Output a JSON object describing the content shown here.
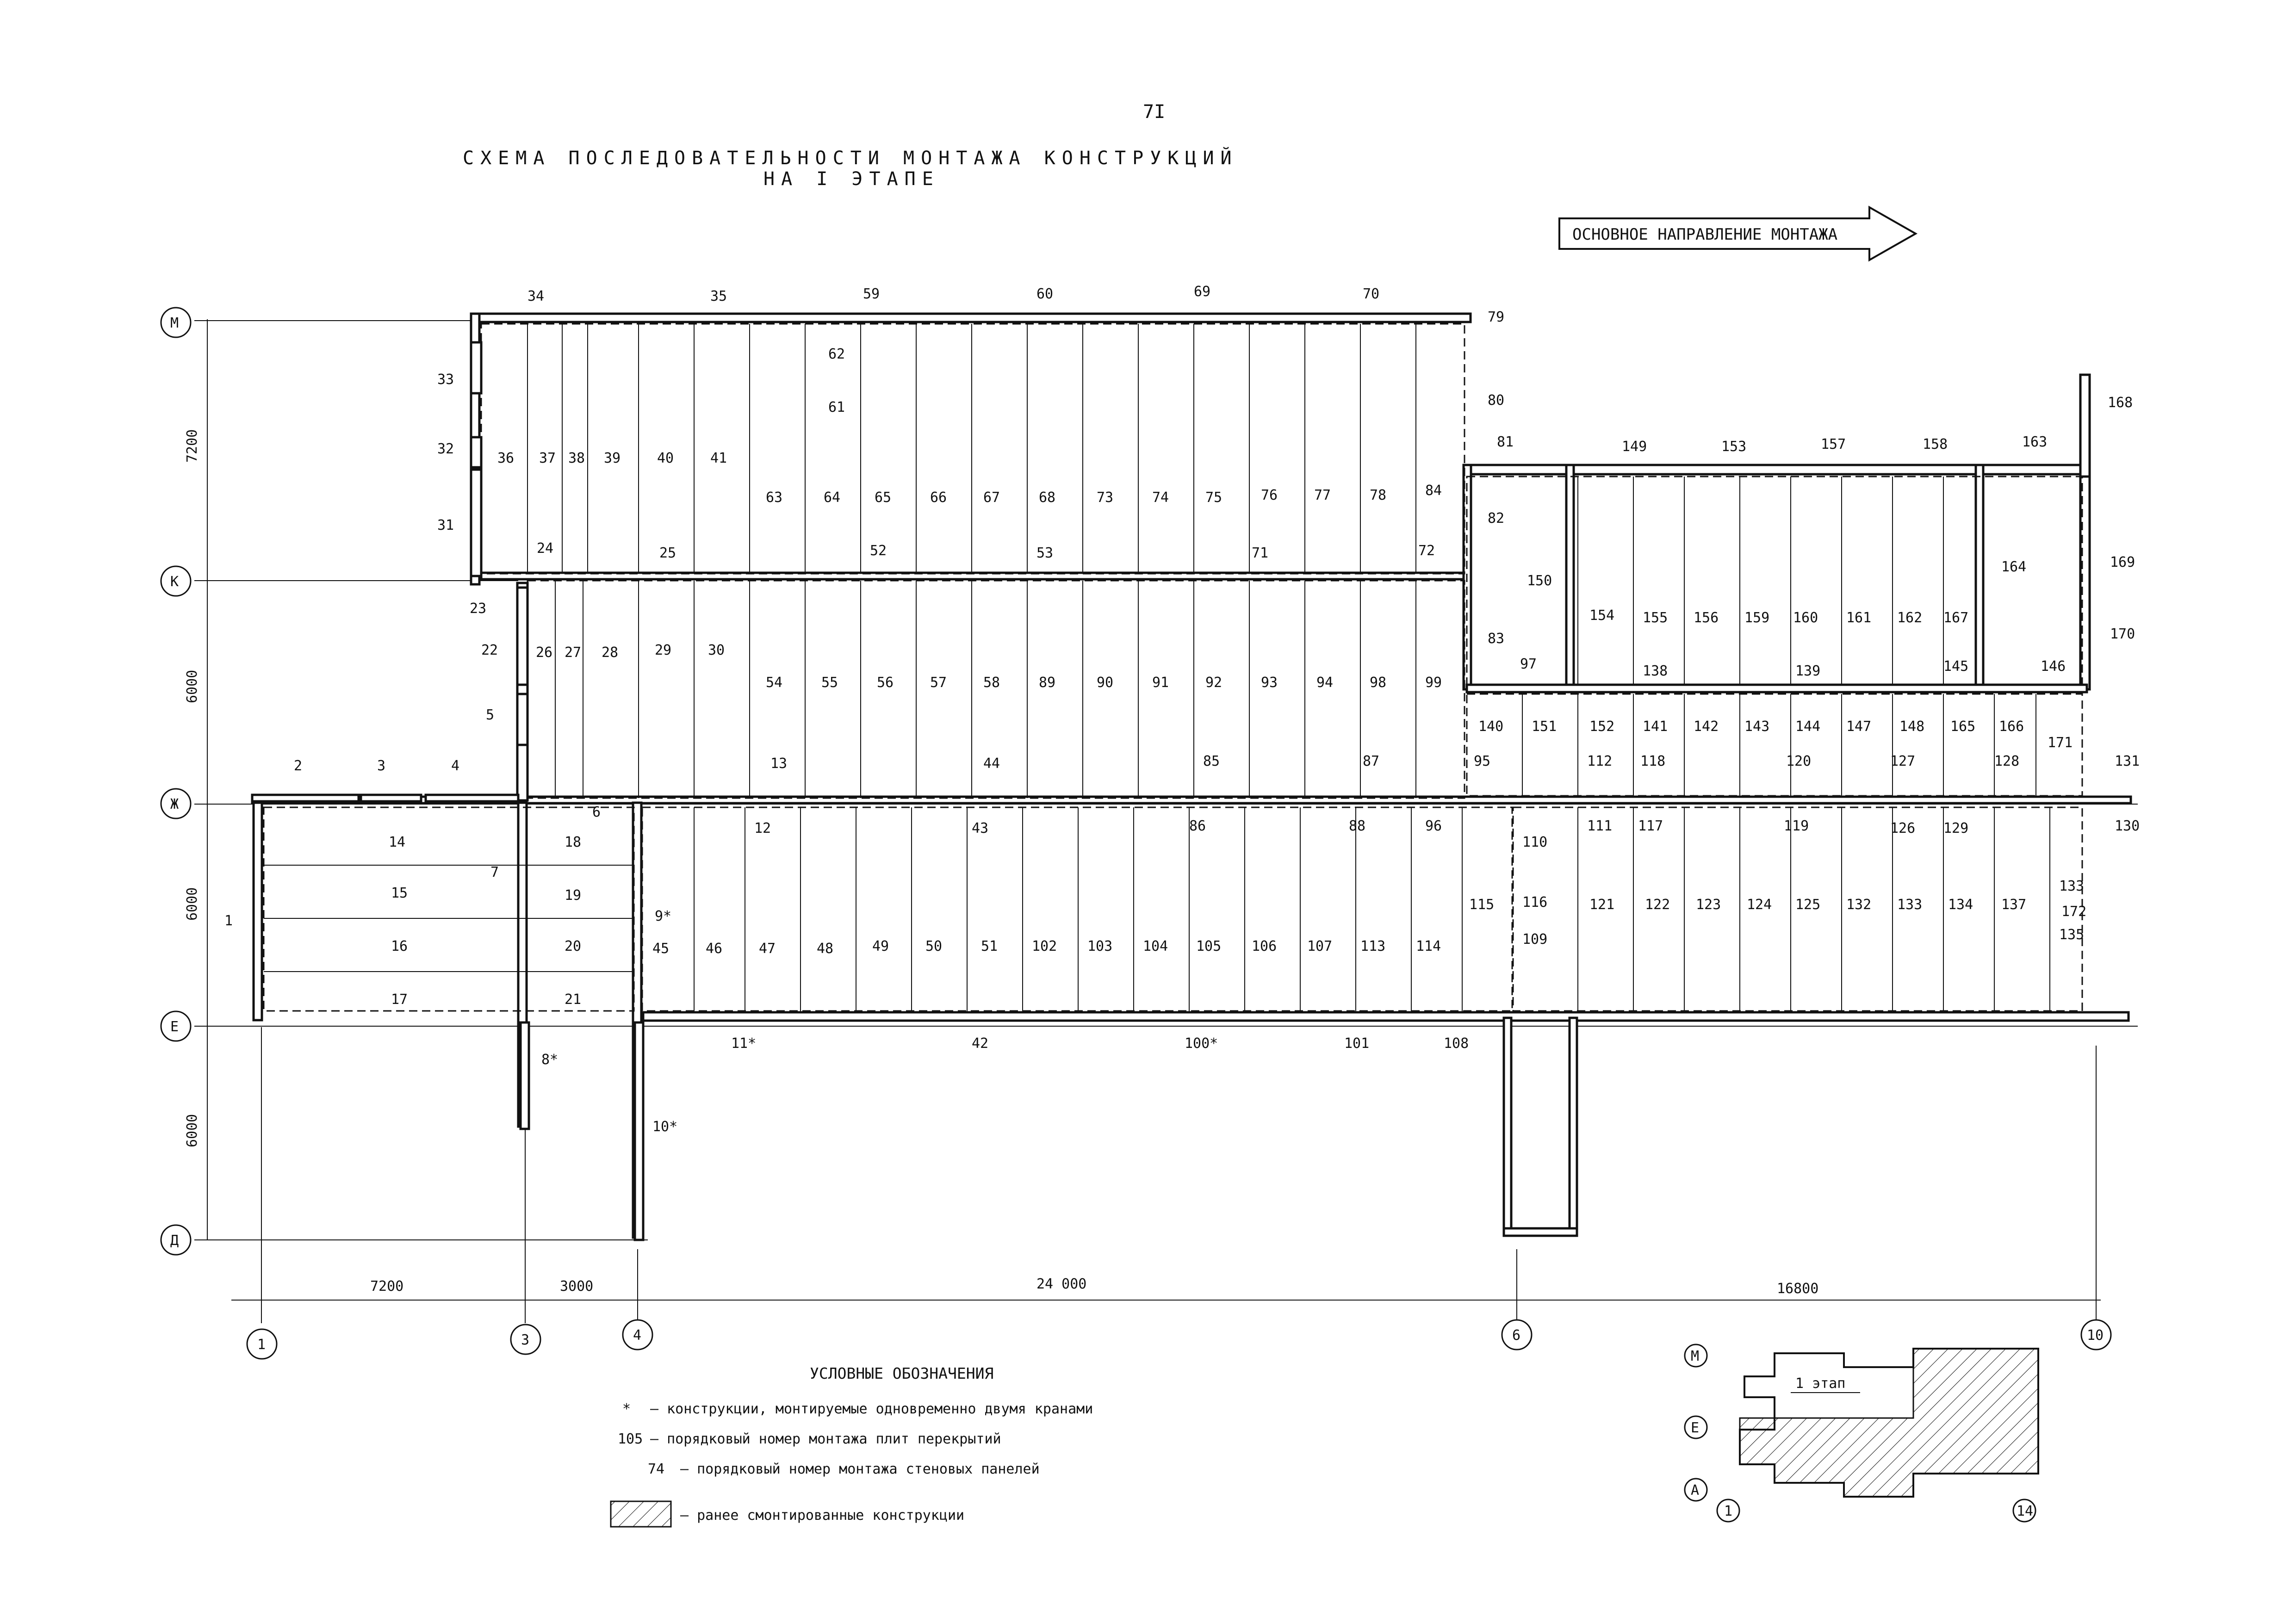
{
  "page_number": "7I",
  "title_line1": "СХЕМА ПОСЛЕДОВАТЕЛЬНОСТИ МОНТАЖА КОНСТРУКЦИЙ",
  "title_line2": "НА I ЭТАПЕ",
  "direction_label": "ОСНОВНОЕ НАПРАВЛЕНИЕ МОНТАЖА",
  "row_axes": [
    "М",
    "К",
    "Ж",
    "Е",
    "Д"
  ],
  "column_axes": [
    "1",
    "3",
    "4",
    "6",
    "10"
  ],
  "vertical_dimensions": [
    "7200",
    "6000",
    "6000",
    "6000"
  ],
  "horizontal_dimensions": [
    "7200",
    "3000",
    "24 000",
    "16800"
  ],
  "mount_numbers": {
    "row_mk": [
      "36",
      "37",
      "38",
      "39",
      "40",
      "41",
      "63",
      "64",
      "65",
      "66",
      "67",
      "68",
      "73",
      "74",
      "75",
      "76",
      "77",
      "78",
      "84"
    ],
    "row_kzh": [
      "26",
      "27",
      "28",
      "29",
      "30",
      "54",
      "55",
      "56",
      "57",
      "58",
      "89",
      "90",
      "91",
      "92",
      "93",
      "94",
      "98",
      "99"
    ],
    "row_zhe": [
      "45",
      "46",
      "47",
      "48",
      "49",
      "50",
      "51",
      "102",
      "103",
      "104",
      "105",
      "106",
      "107",
      "113",
      "114",
      "115"
    ],
    "left_block": [
      "14",
      "15",
      "16",
      "17",
      "18",
      "19",
      "20",
      "21"
    ],
    "east_upper": [
      "150",
      "154",
      "155",
      "156",
      "159",
      "160",
      "161",
      "162",
      "167",
      "164"
    ],
    "east_mid": [
      "140",
      "151",
      "152",
      "141",
      "142",
      "143",
      "144",
      "147",
      "148",
      "165",
      "166",
      "171"
    ],
    "east_lower": [
      "110",
      "116",
      "109",
      "121",
      "122",
      "123",
      "124",
      "125",
      "132",
      "133",
      "134",
      "137",
      "133",
      "172",
      "135"
    ],
    "wall_top": [
      "34",
      "35",
      "59",
      "60",
      "69",
      "70",
      "79",
      "80",
      "81",
      "149",
      "153",
      "157",
      "158",
      "163",
      "168"
    ],
    "wall_left": [
      "33",
      "32",
      "31",
      "23",
      "22",
      "5",
      "2",
      "3",
      "4",
      "1",
      "6",
      "7",
      "8*",
      "9*",
      "10*"
    ],
    "beam_k": [
      "24",
      "25",
      "52",
      "53",
      "71",
      "72",
      "82",
      "83",
      "97",
      "138",
      "139",
      "145",
      "146",
      "169",
      "170"
    ],
    "beam_zh": [
      "13",
      "44",
      "85",
      "87",
      "95",
      "112",
      "118",
      "120",
      "127",
      "128",
      "131",
      "130",
      "12",
      "43",
      "86",
      "88",
      "96",
      "111",
      "117",
      "119",
      "126",
      "129"
    ],
    "wall_e": [
      "11*",
      "42",
      "100*",
      "101",
      "108"
    ],
    "inner_m": [
      "62",
      "61"
    ]
  },
  "legend": {
    "heading": "УСЛОВНЫЕ ОБОЗНАЧЕНИЯ",
    "items": [
      {
        "symbol": "*",
        "text": "– конструкции, монтируемые одновременно двумя кранами"
      },
      {
        "symbol": "105",
        "text": "– порядковый номер монтажа плит перекрытий"
      },
      {
        "symbol": "74",
        "text": "– порядковый номер монтажа стеновых панелей"
      },
      {
        "symbol": "",
        "text": "– ранее смонтированные конструкции"
      }
    ]
  },
  "key_plan": {
    "label": "1 этап",
    "axes": [
      "М",
      "Е",
      "А",
      "1",
      "14"
    ]
  }
}
